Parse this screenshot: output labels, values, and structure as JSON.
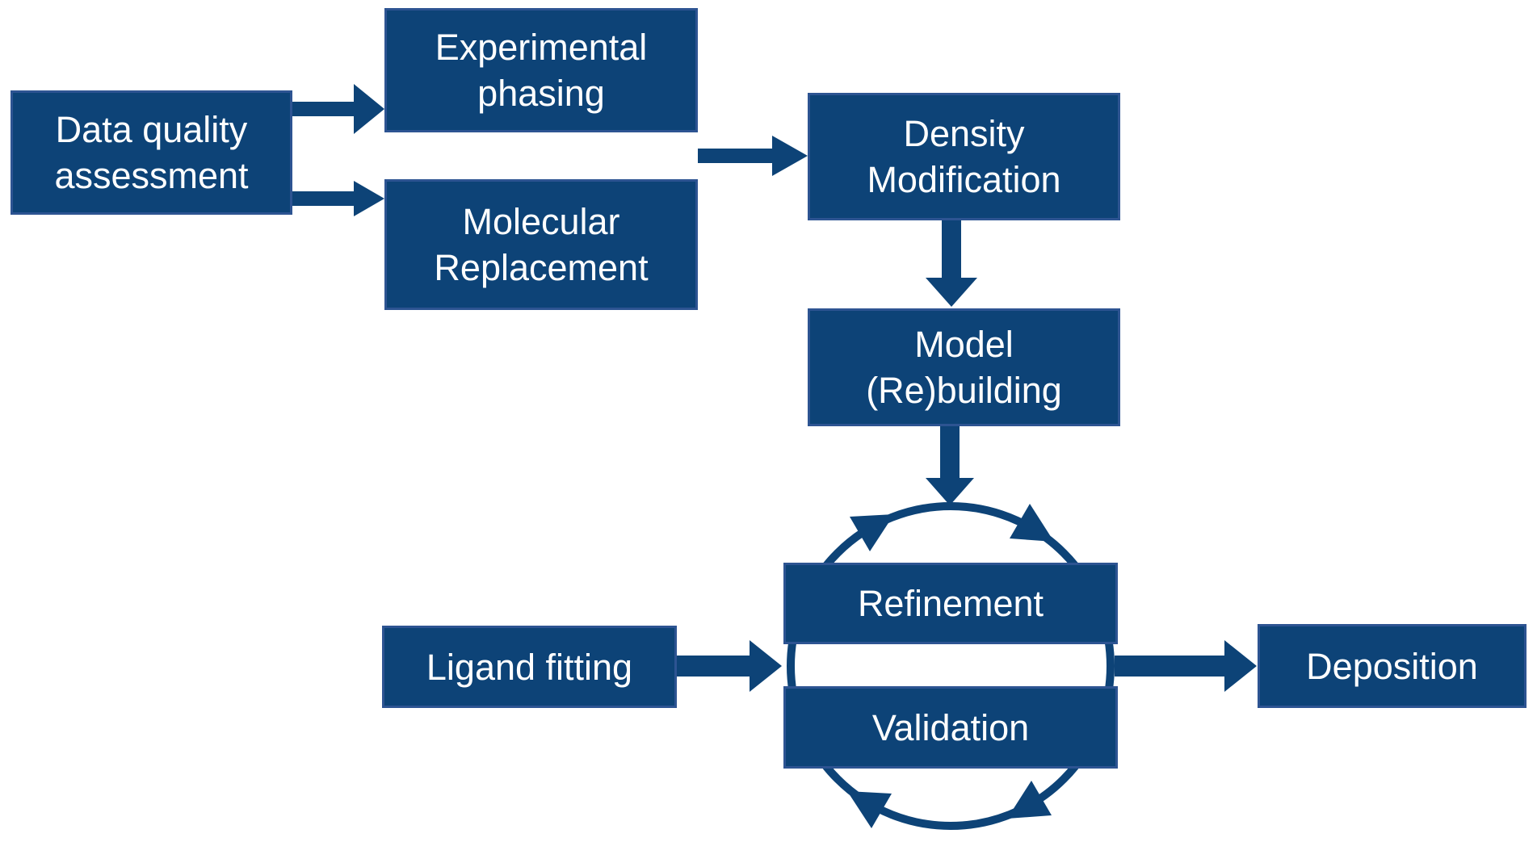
{
  "diagram": {
    "type": "flowchart",
    "colors": {
      "background": "#FFFFFF",
      "box_fill": "#0D4377",
      "box_border": "#2D5492",
      "arrow": "#0D4377",
      "text": "#FFFFFF"
    },
    "nodes": {
      "data_quality_assessment": {
        "label": "Data quality\nassessment"
      },
      "experimental_phasing": {
        "label": "Experimental\nphasing"
      },
      "molecular_replacement": {
        "label": "Molecular\nReplacement"
      },
      "density_modification": {
        "label": "Density\nModification"
      },
      "model_rebuilding": {
        "label": "Model\n(Re)building"
      },
      "refinement": {
        "label": "Refinement"
      },
      "validation": {
        "label": "Validation"
      },
      "ligand_fitting": {
        "label": "Ligand fitting"
      },
      "deposition": {
        "label": "Deposition"
      }
    },
    "edges": [
      {
        "from": "data_quality_assessment",
        "to": "experimental_phasing"
      },
      {
        "from": "data_quality_assessment",
        "to": "molecular_replacement"
      },
      {
        "from": "experimental_phasing / molecular_replacement",
        "to": "density_modification"
      },
      {
        "from": "density_modification",
        "to": "model_rebuilding"
      },
      {
        "from": "model_rebuilding",
        "to": "refinement_validation_cycle"
      },
      {
        "from": "ligand_fitting",
        "to": "refinement_validation_cycle"
      },
      {
        "from": "refinement_validation_cycle",
        "to": "deposition"
      }
    ],
    "cycle": {
      "members": [
        "refinement",
        "validation"
      ],
      "direction": "clockwise"
    }
  }
}
